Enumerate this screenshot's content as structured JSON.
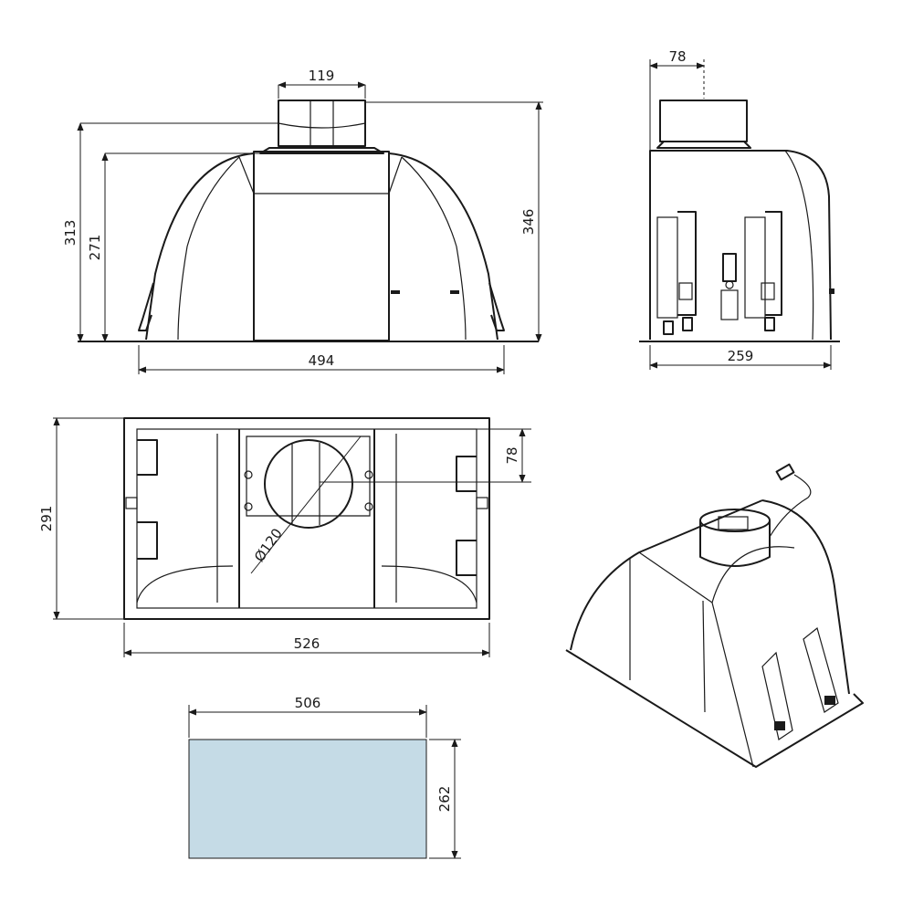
{
  "colors": {
    "line": "#1a1a1a",
    "filter_fill": "#c5dbe6",
    "background": "#ffffff"
  },
  "front_view": {
    "dim_outlet_width": "119",
    "dim_total_height": "313",
    "dim_body_height": "271",
    "dim_overall_height": "346",
    "dim_width": "494"
  },
  "side_view": {
    "dim_outlet_offset": "78",
    "dim_depth": "259"
  },
  "bottom_view": {
    "dim_depth": "291",
    "dim_outlet_offset": "78",
    "dim_outlet_diameter": "Ø120",
    "dim_width": "526"
  },
  "cutout": {
    "dim_width": "506",
    "dim_height": "262"
  }
}
